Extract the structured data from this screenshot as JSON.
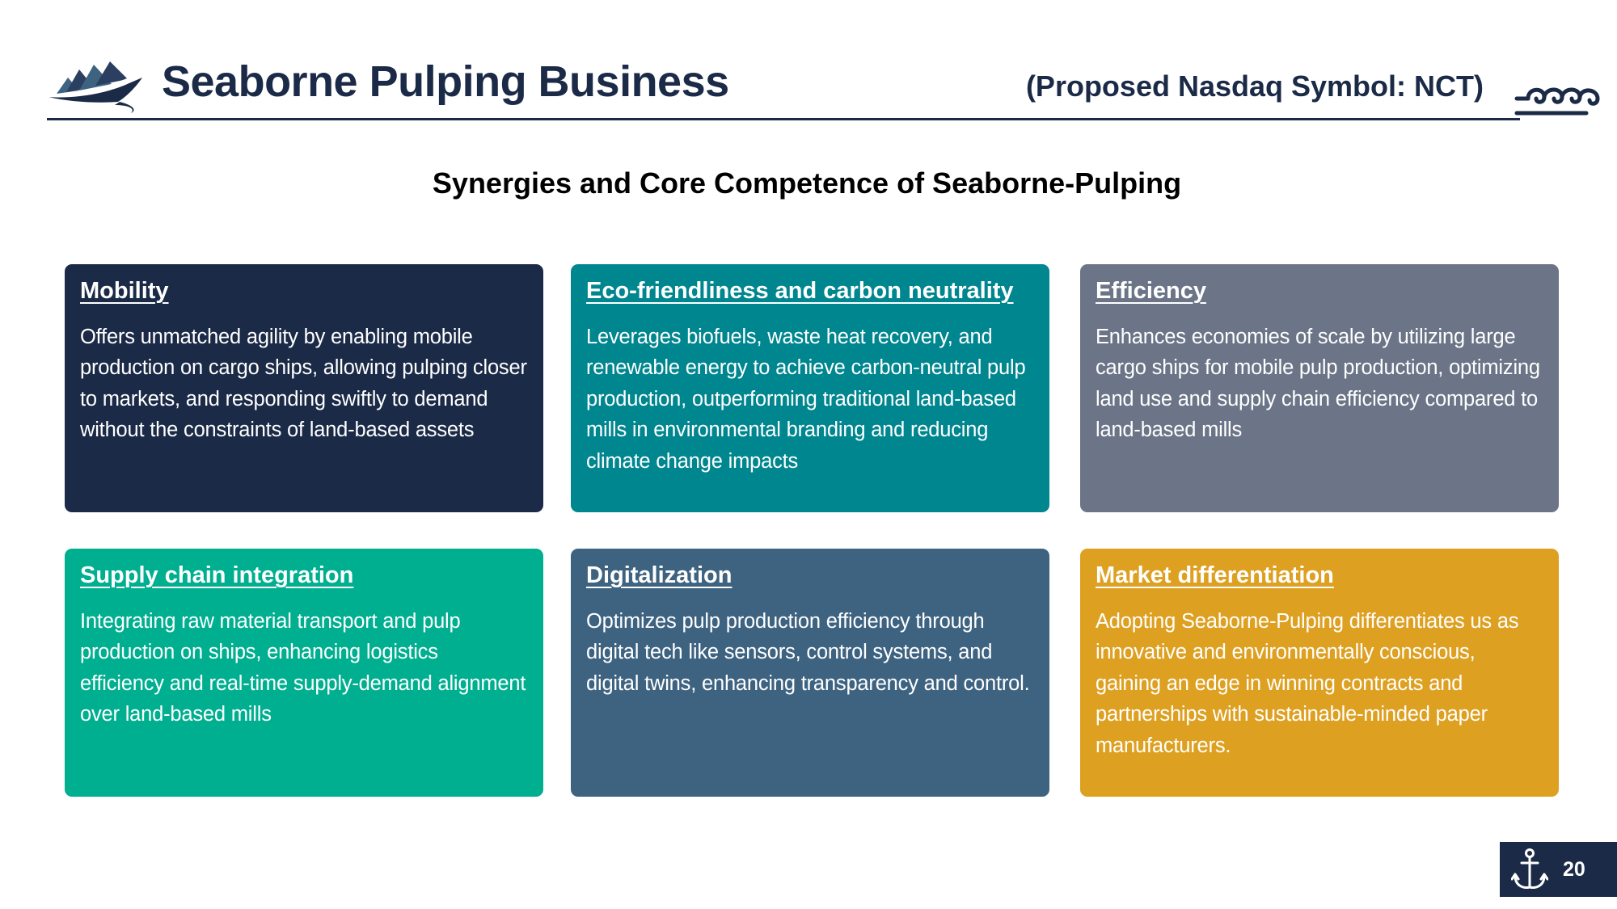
{
  "header": {
    "title": "Seaborne Pulping Business",
    "symbol": "(Proposed Nasdaq Symbol:  NCT)",
    "logo_icon": "cargo-ship-icon",
    "ornament_icon": "waves-icon"
  },
  "subtitle": "Synergies and Core Competence of Seaborne-Pulping",
  "cards": [
    {
      "title": "Mobility",
      "body": "Offers unmatched agility by enabling mobile production on cargo ships, allowing pulping closer to markets, and responding swiftly to demand without the constraints of land-based assets",
      "color": "#1b2a47"
    },
    {
      "title": "Eco-friendliness and carbon neutrality",
      "body": "Leverages biofuels, waste heat recovery, and renewable energy to achieve carbon-neutral pulp production, outperforming traditional land-based mills in environmental branding and reducing climate change impacts",
      "color": "#00868f"
    },
    {
      "title": "Efficiency",
      "body": "Enhances economies of scale by utilizing large cargo ships for mobile pulp production, optimizing land use and supply chain efficiency compared to land-based mills",
      "color": "#6b7587"
    },
    {
      "title": "Supply chain integration",
      "body": "Integrating raw material transport and pulp production on ships, enhancing logistics efficiency and real-time supply-demand alignment over land-based mills",
      "color": "#00af90"
    },
    {
      "title": "Digitalization",
      "body": "Optimizes pulp production efficiency through digital tech like sensors, control systems, and digital twins, enhancing transparency and control.",
      "color": "#3e6381"
    },
    {
      "title": "Market differentiation",
      "body": "Adopting Seaborne-Pulping differentiates us as innovative and environmentally conscious, gaining an edge in winning contracts and partnerships with sustainable-minded paper manufacturers.",
      "color": "#dea021"
    }
  ],
  "footer": {
    "page_number": "20",
    "icon": "anchor-icon"
  }
}
